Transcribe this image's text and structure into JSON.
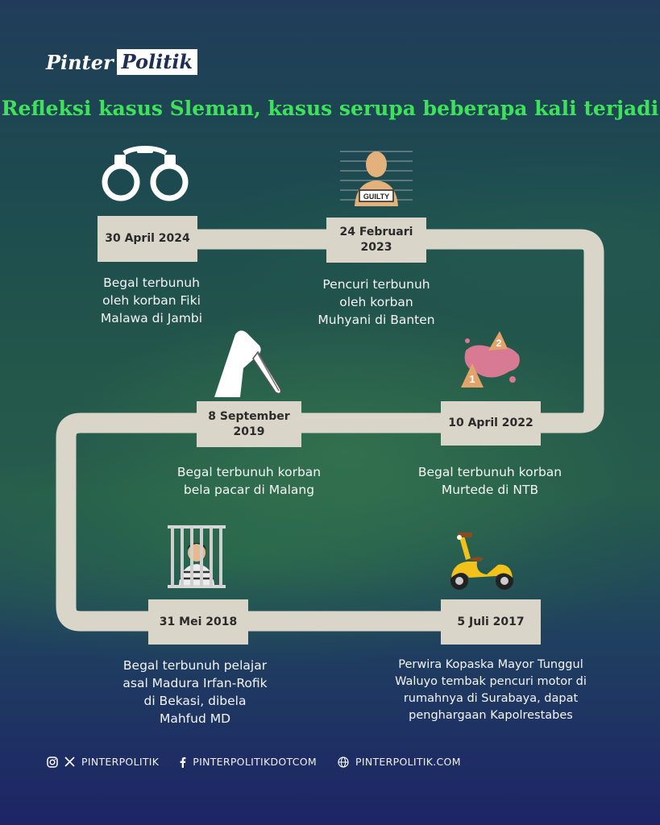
{
  "brand": {
    "part1": "Pinter",
    "part2": "Politik"
  },
  "title": "Refleksi kasus Sleman, kasus serupa beberapa kali terjadi",
  "events": [
    {
      "date": "30 April 2024",
      "desc": [
        "Begal terbunuh",
        "oleh korban Fiki",
        "Malawa di Jambi"
      ],
      "icon": "handcuffs-icon"
    },
    {
      "date": [
        "24 Februari",
        "2023"
      ],
      "desc": [
        "Pencuri terbunuh",
        "oleh korban",
        "Muhyani di Banten"
      ],
      "icon": "guilty-mugshot-icon",
      "badge": "GUILTY"
    },
    {
      "date": "10 April 2022",
      "desc": [
        "Begal terbunuh korban",
        "Murtede di NTB"
      ],
      "icon": "evidence-markers-icon",
      "markers": [
        "1",
        "2"
      ]
    },
    {
      "date": [
        "8 September",
        "2019"
      ],
      "desc": [
        "Begal terbunuh korban",
        "bela pacar di Malang"
      ],
      "icon": "knife-hand-icon"
    },
    {
      "date": "31 Mei 2018",
      "desc": [
        "Begal terbunuh pelajar",
        "asal Madura Irfan-Rofik",
        "di Bekasi, dibela",
        "Mahfud MD"
      ],
      "icon": "prisoner-icon"
    },
    {
      "date": "5 Juli 2017",
      "desc": [
        "Perwira Kopaska Mayor Tunggul",
        "Waluyo tembak pencuri motor di",
        "rumahnya di Surabaya, dapat",
        "penghargaan Kapolrestabes"
      ],
      "icon": "scooter-icon"
    }
  ],
  "footer": {
    "social": "PINTERPOLITIK",
    "facebook": "PINTERPOLITIKDOTCOM",
    "website": "PINTERPOLITIK.COM"
  },
  "colors": {
    "title": "#3ee25a",
    "track": "#d9d5c9",
    "text": "#f4f4f4"
  }
}
